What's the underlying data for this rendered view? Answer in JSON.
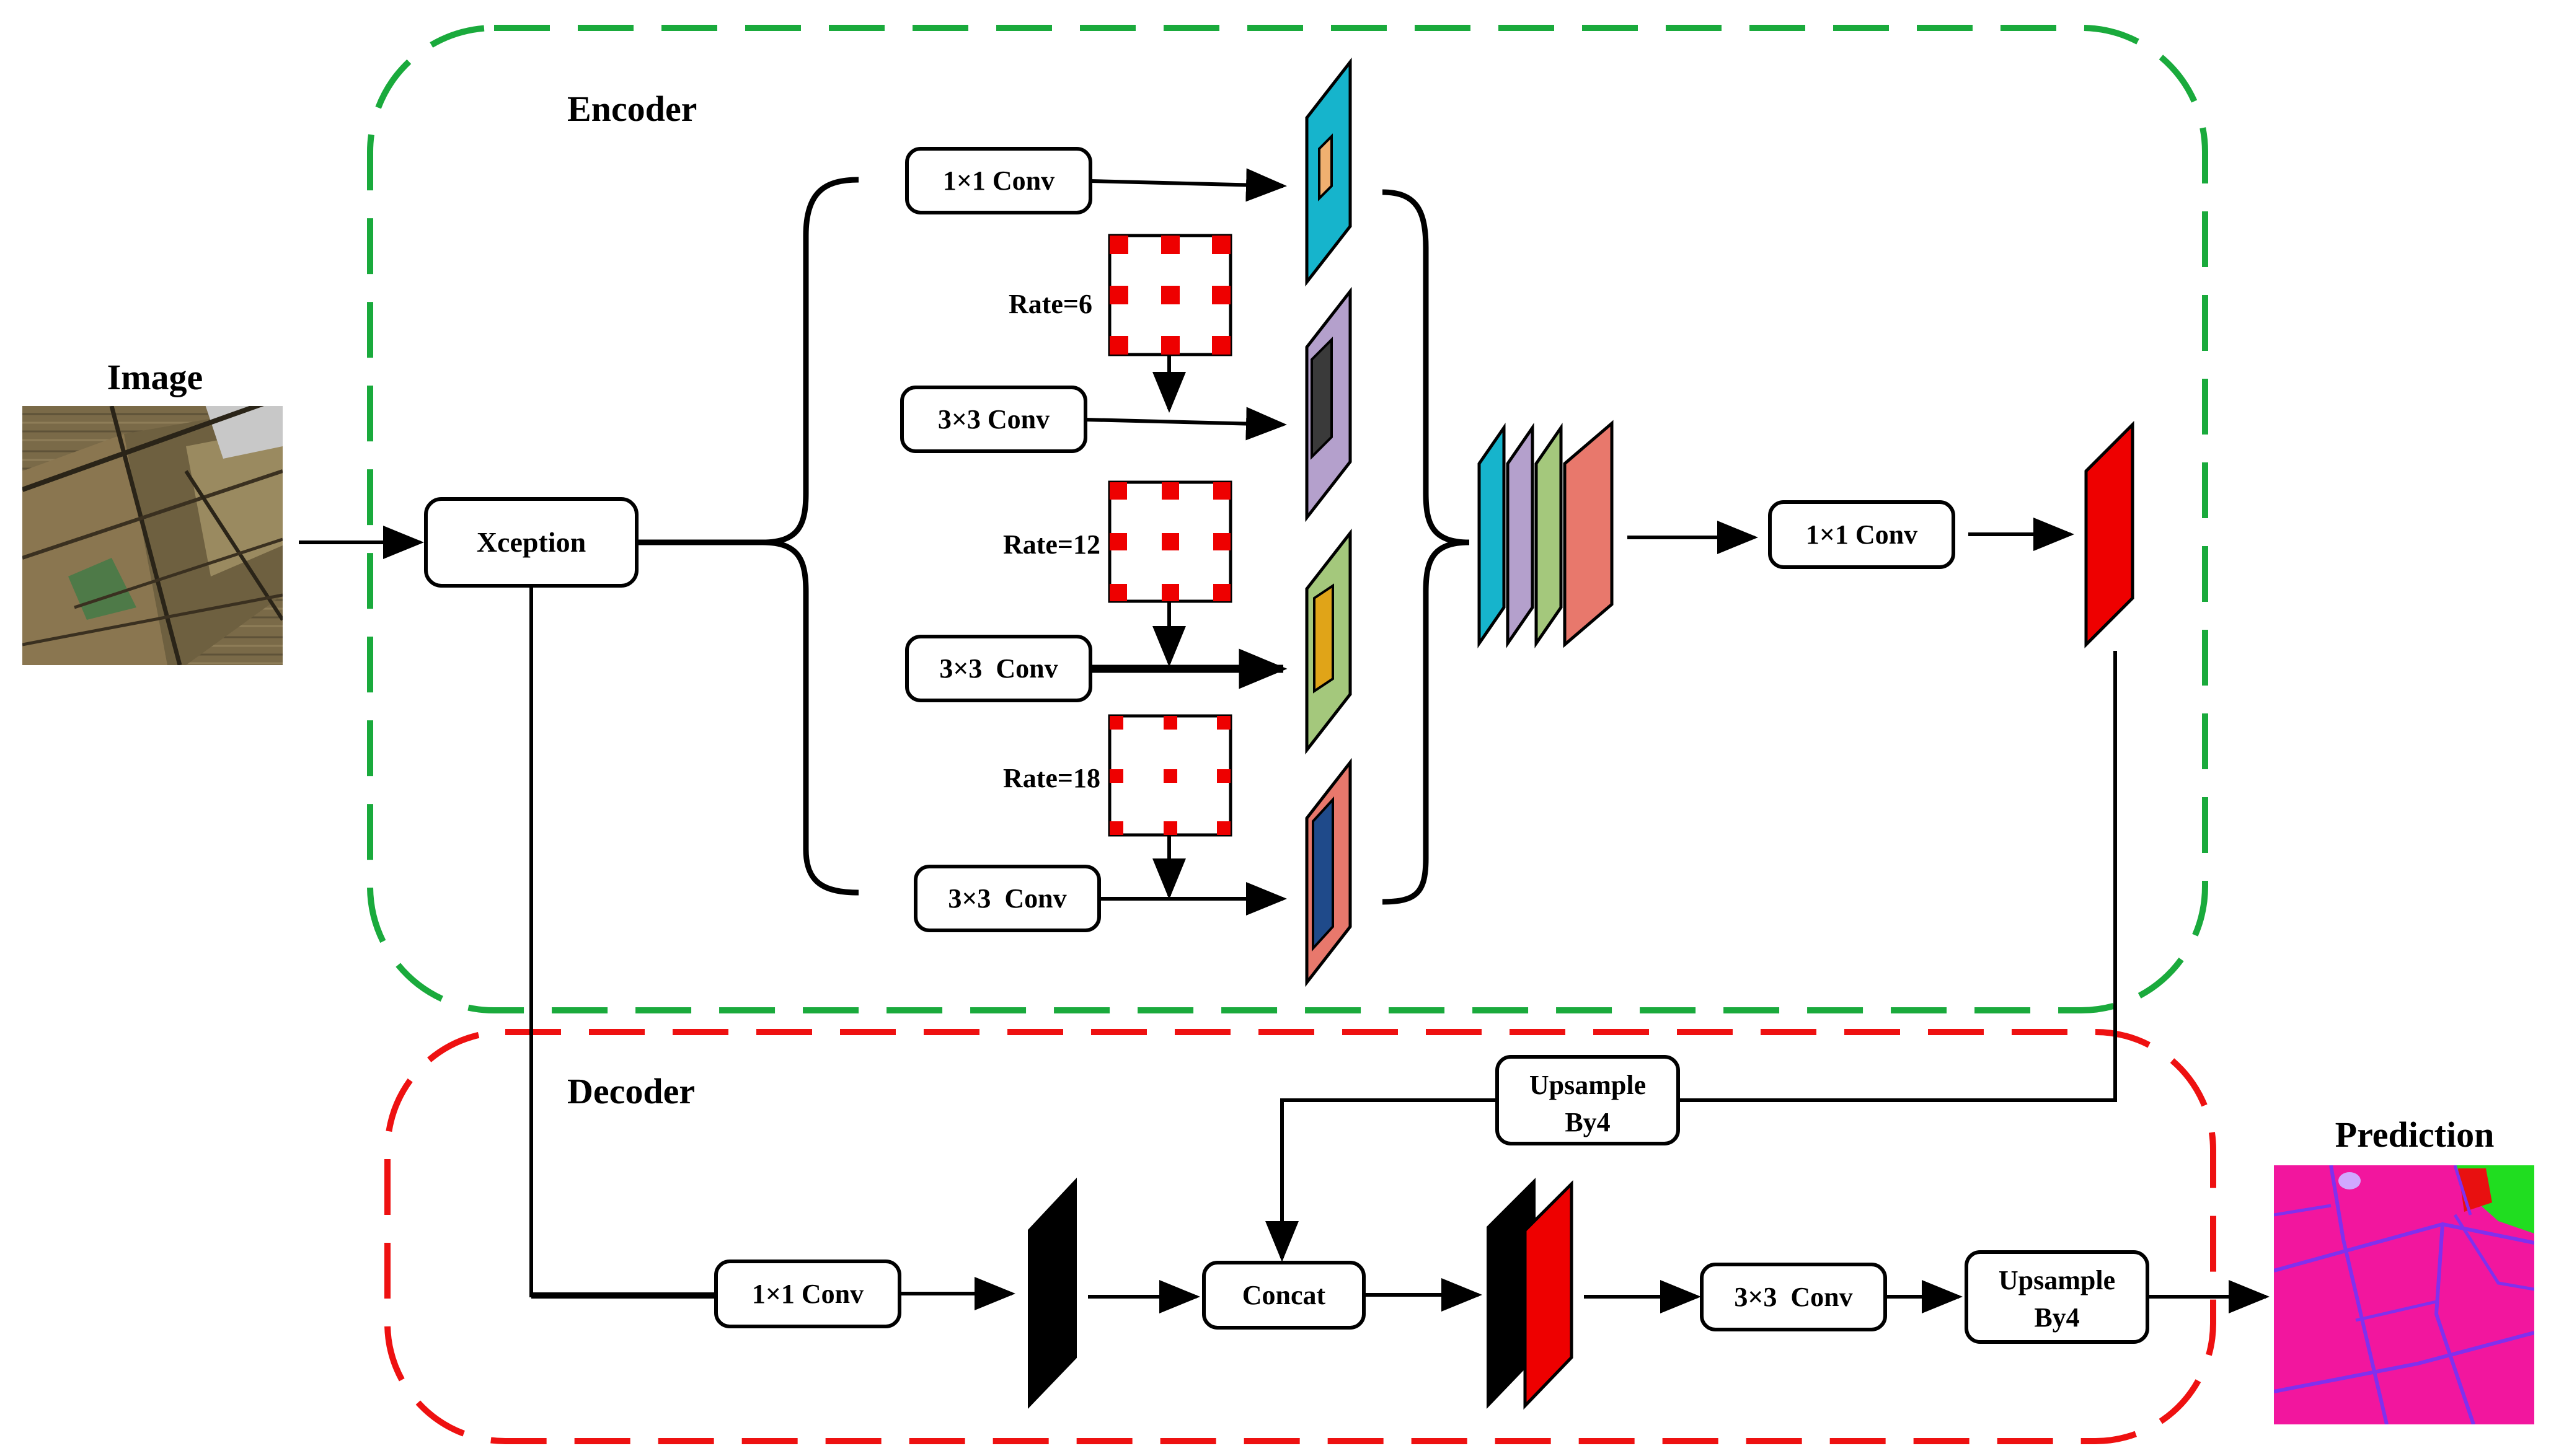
{
  "labels": {
    "encoder": "Encoder",
    "decoder": "Decoder",
    "image": "Image",
    "prediction": "Prediction",
    "xception": "Xception",
    "aspp_conv1": "1×1 Conv",
    "aspp_conv2": "3×3 Conv",
    "aspp_conv3": "3×3  Conv",
    "aspp_conv4": "3×3  Conv",
    "rate6": "Rate=6",
    "rate12": "Rate=12",
    "rate18": "Rate=18",
    "enc_conv_out": "1×1 Conv",
    "upsample_top": [
      "Upsample",
      "By4"
    ],
    "dec_conv1": "1×1 Conv",
    "concat": "Concat",
    "dec_conv3": "3×3  Conv",
    "upsample_out": [
      "Upsample",
      "By4"
    ]
  },
  "colors": {
    "encoder_border": "#1aaa3c",
    "decoder_border": "#ee1111",
    "dilation_red": "#ee0000",
    "feature_cyan": "#16b4cc",
    "feature_purple": "#b4a0cc",
    "feature_green": "#a4c87c",
    "feature_salmon": "#e8786c",
    "feature_red": "#ee0000",
    "feature_black": "#000000",
    "inner_orange": "#f0b070",
    "inner_dark": "#3a3a3a",
    "inner_gold": "#e0a418",
    "inner_navy": "#1f4a8a",
    "prediction_magenta": "#f2169e",
    "prediction_boundary": "#8030ee",
    "prediction_green": "#20dd20",
    "prediction_red": "#e81010",
    "prediction_lilac": "#d0a8ff"
  }
}
